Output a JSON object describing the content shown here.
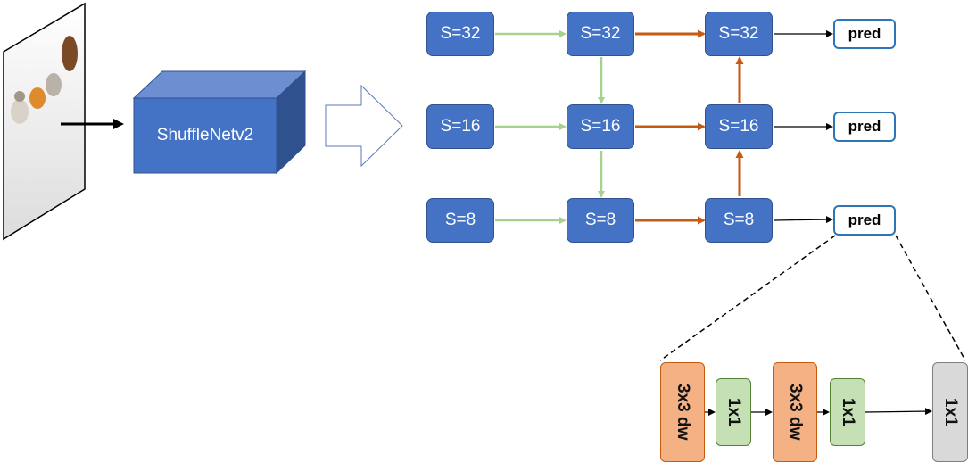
{
  "backbone": {
    "label": "ShuffleNetv2"
  },
  "fpn": {
    "column1": [
      "S=32",
      "S=16",
      "S=8"
    ],
    "column2": [
      "S=32",
      "S=16",
      "S=8"
    ],
    "column3": [
      "S=32",
      "S=16",
      "S=8"
    ]
  },
  "heads": [
    "pred",
    "pred",
    "pred"
  ],
  "pred_head_detail": {
    "blocks": [
      "3x3 dw",
      "1x1",
      "3x3 dw",
      "1x1",
      "1x1"
    ]
  },
  "colors": {
    "node_fill": "#4472c4",
    "topdown_arrow": "#a9d18e",
    "bottomup_arrow": "#c55a11",
    "pred_border": "#2e75b6",
    "dw_fill": "#f4b183",
    "pw_fill": "#c5e0b4",
    "out_fill": "#d9d9d9"
  },
  "icons": [
    "input-image-icon",
    "hollow-arrow-icon"
  ]
}
